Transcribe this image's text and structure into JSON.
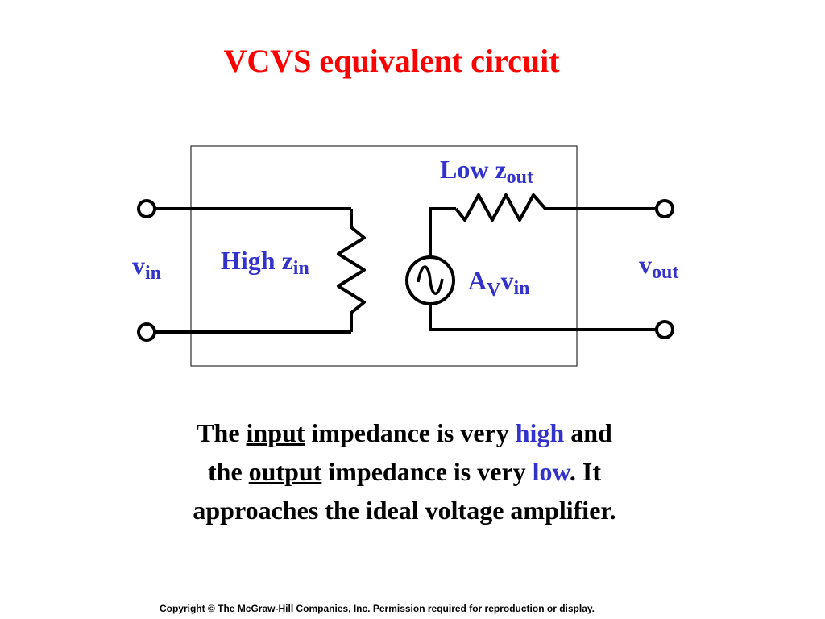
{
  "title": "VCVS equivalent circuit",
  "colors": {
    "title": "#ff0000",
    "label": "#3333cc",
    "wire": "#000000"
  },
  "labels": {
    "low_z_main": "Low z",
    "low_z_sub": "out",
    "high_z_main": "High z",
    "high_z_sub": "in",
    "vin_main": "v",
    "vin_sub": "in",
    "vout_main": "v",
    "vout_sub": "out",
    "gain_a": "A",
    "gain_v_sub": "V",
    "gain_v": "v",
    "gain_in_sub": "in"
  },
  "paragraph": {
    "p1": "The ",
    "input_word": "input",
    "p2": " impedance is very ",
    "high_word": "high",
    "p3": " and",
    "p4": "the ",
    "output_word": "output",
    "p5": " impedance is very ",
    "low_word": "low",
    "p6": ".  It",
    "p7": "approaches the ideal voltage amplifier."
  },
  "copyright": "Copyright © The McGraw-Hill Companies, Inc. Permission required for reproduction or display."
}
